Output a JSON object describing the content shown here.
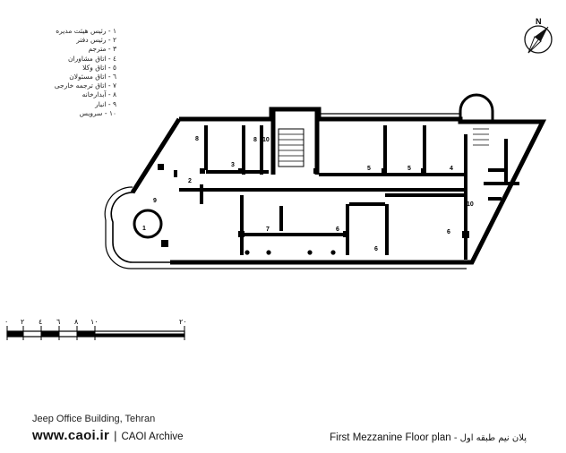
{
  "legend": [
    "۱ - رئیس هیئت مدیره",
    "۲ - رئیس دفتر",
    "۳ - مترجم",
    "٤ - اتاق مشاوران",
    "٥ - اتاق وکلا",
    "٦ - اتاق مسئولان",
    "۷ - اتاق ترجمه خارجی",
    "۸ - آبدارخانه",
    "۹ - انبار",
    "۱۰ - سرویس"
  ],
  "north_label": "N",
  "room_labels": [
    "1",
    "2",
    "3",
    "4",
    "5",
    "5",
    "6",
    "6",
    "6",
    "7",
    "8",
    "8",
    "9",
    "10",
    "10"
  ],
  "scale_labels": [
    "۰",
    "۲",
    "٤",
    "٦",
    "۸",
    "۱۰",
    "۲۰"
  ],
  "caption": {
    "building": "Jeep Office Building, Tehran",
    "site": "www.caoi.ir",
    "separator": "|",
    "archive": "CAOI Archive",
    "plan_title_en": "First Mezzanine Floor plan",
    "plan_title_fa": "پلان نیم طبقه اول -"
  }
}
